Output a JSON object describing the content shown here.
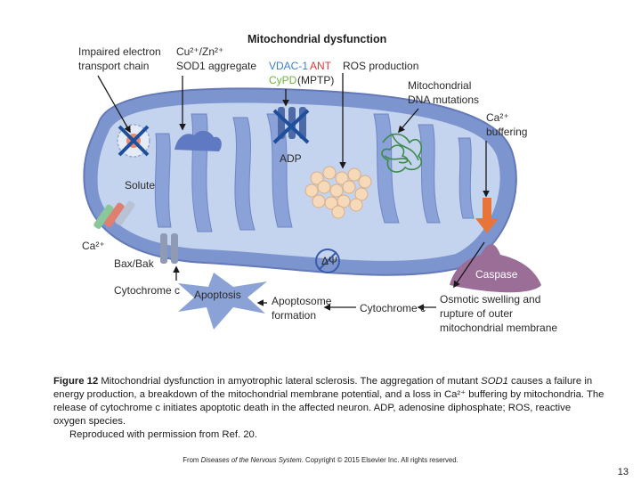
{
  "diagram": {
    "title": "Mitochondrial dysfunction",
    "labels": {
      "impaired_1": "Impaired electron",
      "impaired_2": "transport chain",
      "cuzn": "Cu²⁺/Zn²⁺",
      "sod1": "SOD1 aggregate",
      "vdac": "VDAC-1",
      "ant": "ANT",
      "cypd": "CyPD",
      "mptp": "(MPTP)",
      "ros": "ROS production",
      "mtdna_1": "Mitochondrial",
      "mtdna_2": "DNA mutations",
      "ca_buf_1": "Ca²⁺",
      "ca_buf_2": "buffering",
      "adp": "ADP",
      "solute": "Solute",
      "ca_left": "Ca²⁺",
      "baxbak": "Bax/Bak",
      "delta_psi": "ΔΨ",
      "caspase": "Caspase",
      "cyto_c_left": "Cytochrome c",
      "apoptosis": "Apoptosis",
      "apoptosome_1": "Apoptosome",
      "apoptosome_2": "formation",
      "cyto_c_right": "Cytochrome c",
      "osmotic_1": "Osmotic swelling and",
      "osmotic_2": "rupture of outer",
      "osmotic_3": "mitochondrial membrane"
    },
    "colors": {
      "outer_membrane": "#6d88c8",
      "inner_membrane": "#8ea6da",
      "matrix": "#c3d3ee",
      "caspase": "#9a6e96",
      "apoptosis": "#8aa2d6",
      "ca_arrow": "#e8743a",
      "inhibit_x": "#1e4f9c"
    }
  },
  "caption": {
    "figure_label": "Figure 12",
    "text": " Mitochondrial dysfunction in amyotrophic lateral sclerosis. The aggregation of mutant ",
    "gene": "SOD1",
    "text2": " causes a failure in energy production, a breakdown of the mitochondrial membrane potential, and a loss in Ca²⁺ buffering by mitochondria. The release of cytochrome c initiates apoptotic death in the affected neuron. ADP, adenosine diphosphate; ROS, reactive oxygen species.",
    "reproduced": "Reproduced with permission from Ref. 20."
  },
  "source": {
    "prefix": "From ",
    "book": "Diseases of the Nervous System",
    "suffix": ". Copyright © 2015 Elsevier Inc. All rights reserved."
  },
  "page_number": "13"
}
